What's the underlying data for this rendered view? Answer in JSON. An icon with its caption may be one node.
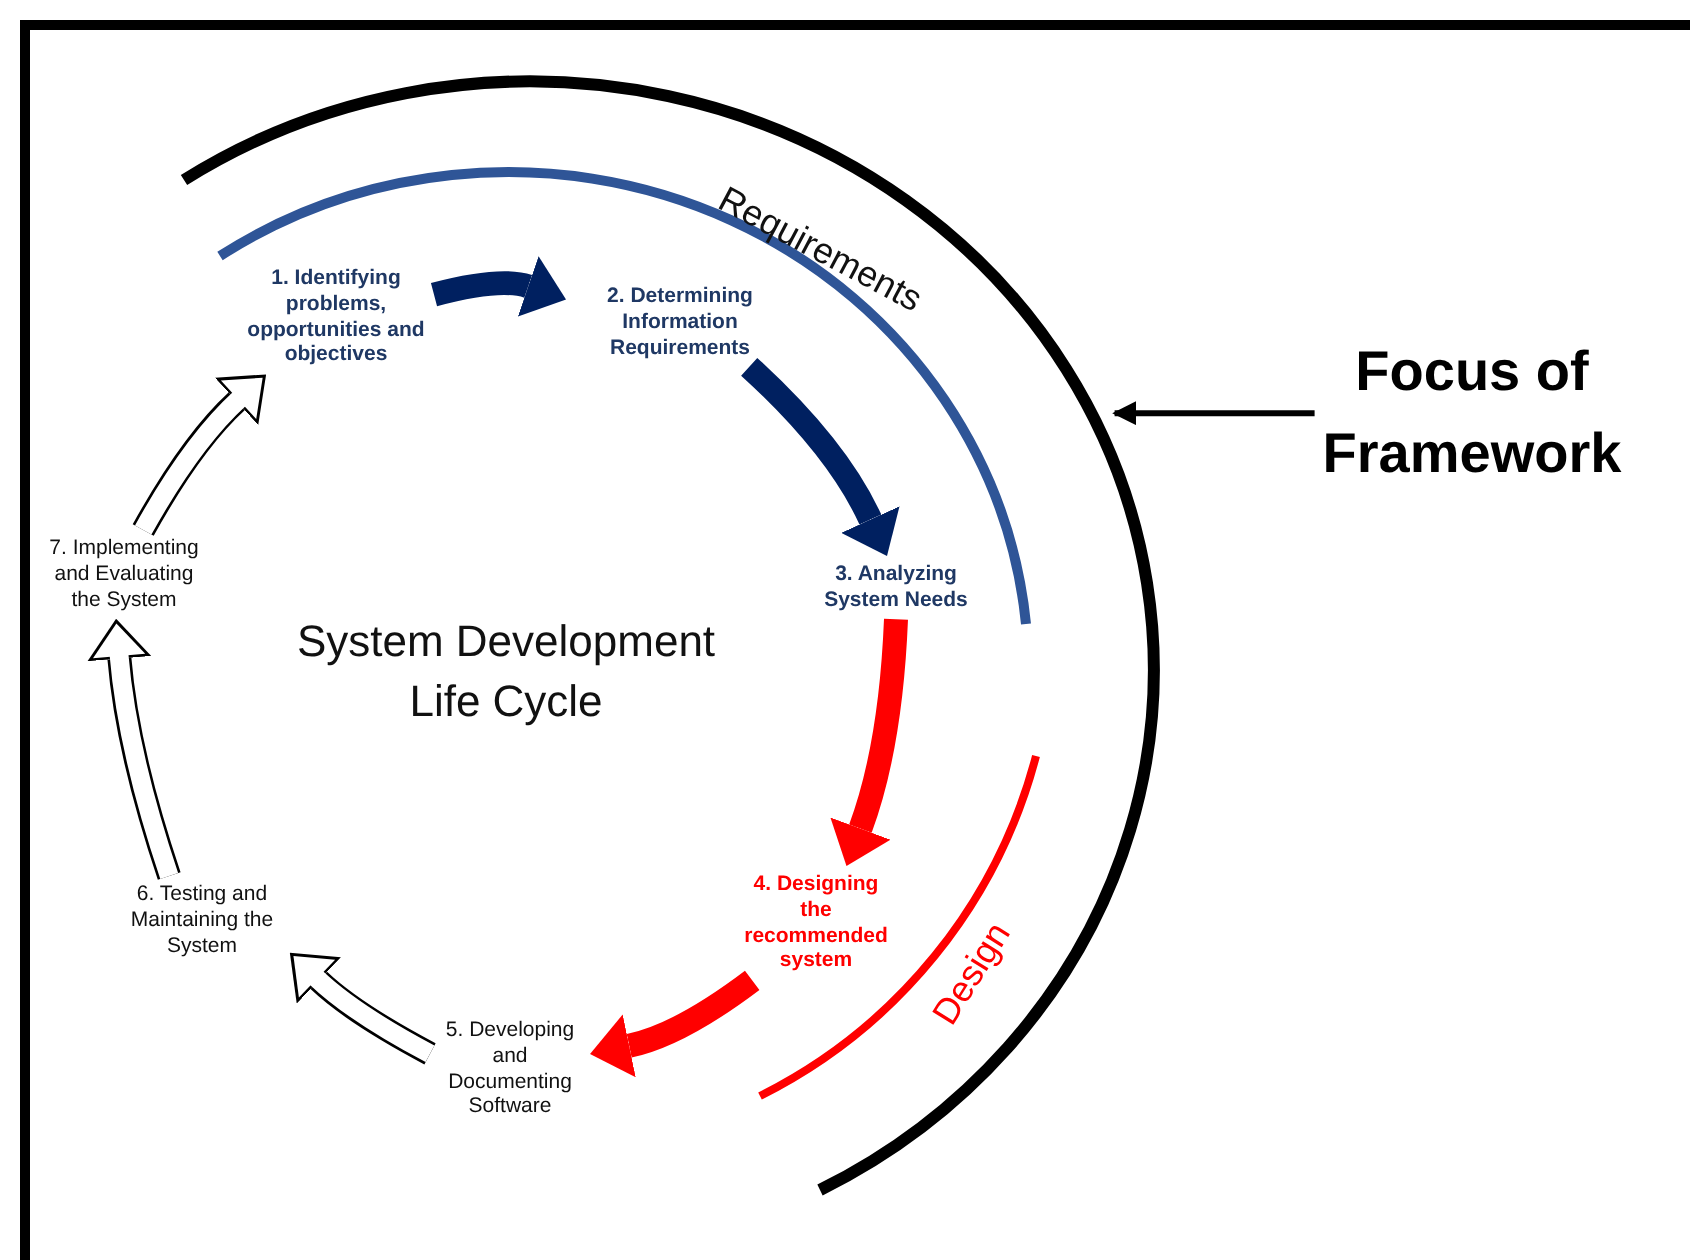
{
  "diagram": {
    "nodes": [
      {
        "text": [
          "1. Identifying problems, opportunities and objectives"
        ]
      },
      {
        "text": [
          "2. Determining Information Requirements"
        ]
      },
      {
        "text": [
          "3. Analyzing System Needs"
        ]
      },
      {
        "text": [
          "4. Designing the recommended system"
        ]
      },
      {
        "text": [
          "5. Developing and Documenting Software"
        ]
      },
      {
        "text": [
          "6. Testing and Maintaining the System"
        ]
      },
      {
        "text": [
          "7. Implementing and Evaluating the System"
        ]
      },
      {
        "text": [
          "Focus of Framework"
        ]
      }
    ],
    "edges": [
      {
        "from": 0,
        "to": 1,
        "arrow": "to",
        "color": "#002060"
      },
      {
        "from": 1,
        "to": 2,
        "arrow": "to",
        "color": "#002060"
      },
      {
        "from": 2,
        "to": 3,
        "arrow": "to",
        "color": "#ff0000"
      },
      {
        "from": 3,
        "to": 4,
        "arrow": "to",
        "color": "#ff0000"
      },
      {
        "from": 4,
        "to": 5,
        "arrow": "to"
      },
      {
        "from": 5,
        "to": 6,
        "arrow": "to"
      },
      {
        "from": 6,
        "to": 0,
        "arrow": "to"
      },
      {
        "from": 7,
        "to": null,
        "arrow": "to",
        "color": "#000000"
      }
    ],
    "labels": [
      "Requirements",
      "System Development Life Cycle",
      "Design"
    ]
  }
}
